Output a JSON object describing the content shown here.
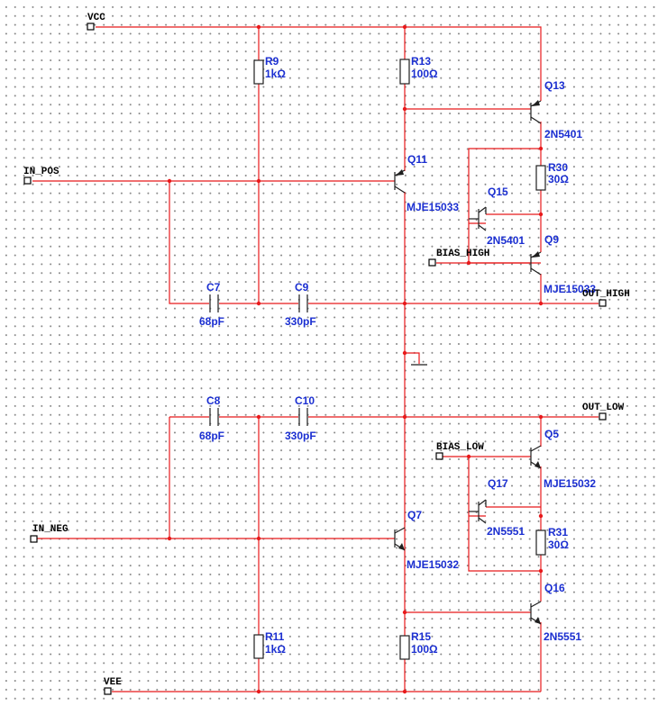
{
  "ports": {
    "vcc": "VCC",
    "vee": "VEE",
    "in_pos": "IN_POS",
    "in_neg": "IN_NEG",
    "bias_high": "BIAS_HIGH",
    "bias_low": "BIAS_LOW",
    "out_high": "OUT_HIGH",
    "out_low": "OUT_LOW"
  },
  "resistors": [
    {
      "ref": "R9",
      "value": "1kΩ"
    },
    {
      "ref": "R13",
      "value": "100Ω"
    },
    {
      "ref": "R30",
      "value": "30Ω"
    },
    {
      "ref": "R31",
      "value": "30Ω"
    },
    {
      "ref": "R11",
      "value": "1kΩ"
    },
    {
      "ref": "R15",
      "value": "100Ω"
    }
  ],
  "capacitors": [
    {
      "ref": "C7",
      "value": "68pF"
    },
    {
      "ref": "C9",
      "value": "330pF"
    },
    {
      "ref": "C8",
      "value": "68pF"
    },
    {
      "ref": "C10",
      "value": "330pF"
    }
  ],
  "transistors": [
    {
      "ref": "Q13",
      "part": "2N5401",
      "type": "PNP"
    },
    {
      "ref": "Q11",
      "part": "MJE15033",
      "type": "PNP"
    },
    {
      "ref": "Q15",
      "part": "2N5401",
      "type": "PNP"
    },
    {
      "ref": "Q9",
      "part": "MJE15033",
      "type": "PNP"
    },
    {
      "ref": "Q5",
      "part": "MJE15032",
      "type": "NPN"
    },
    {
      "ref": "Q17",
      "part": "2N5551",
      "type": "NPN"
    },
    {
      "ref": "Q7",
      "part": "MJE15032",
      "type": "NPN"
    },
    {
      "ref": "Q16",
      "part": "2N5551",
      "type": "NPN"
    }
  ],
  "colors": {
    "wire": "#e8191b",
    "component_label": "#1b2fd1",
    "symbol": "#1f1f1f",
    "port_text": "#000000"
  }
}
